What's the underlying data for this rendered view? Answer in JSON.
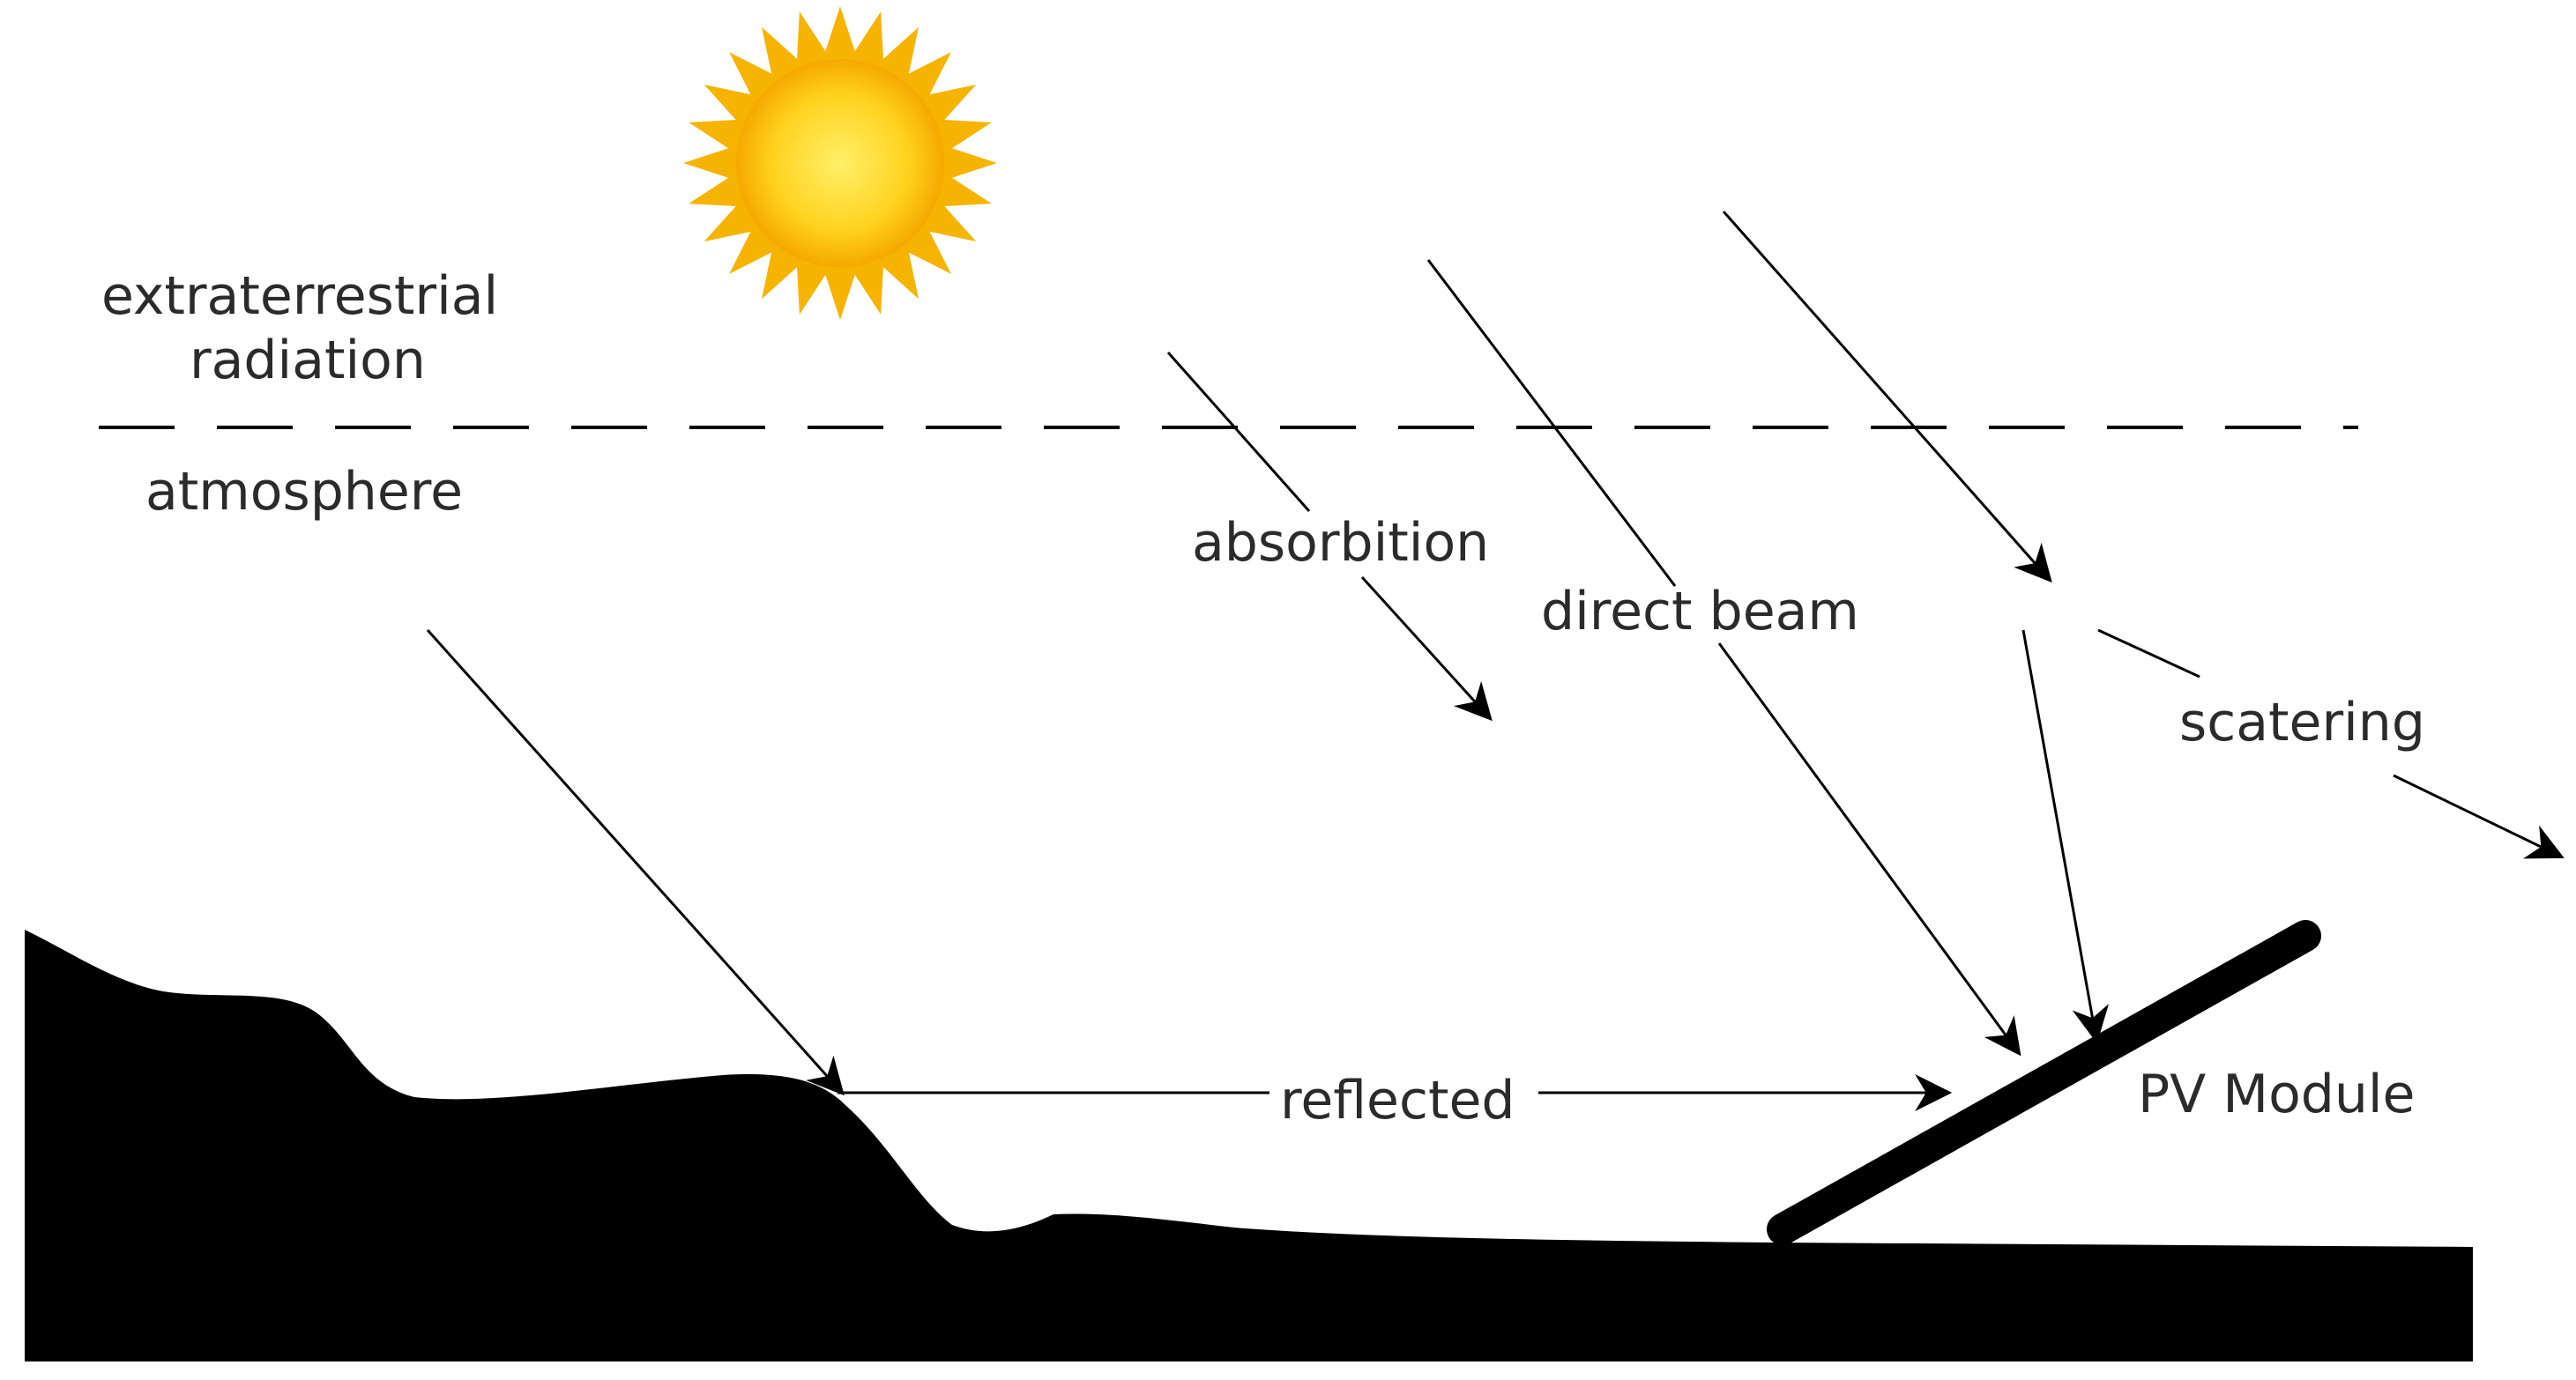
{
  "labels": {
    "extraterrestrial_line1": "extraterrestrial",
    "extraterrestrial_line2": "radiation",
    "atmosphere": "atmosphere",
    "absorption": "absorbition",
    "direct_beam": "direct beam",
    "scattering": "scatering",
    "reflected": "reflected",
    "pv_module": "PV Module"
  },
  "colors": {
    "sun_core": "#ffd21f",
    "sun_rays": "#f6b400",
    "ground": "#000000",
    "line": "#000000"
  },
  "icons": {
    "sun": "sun-icon"
  }
}
